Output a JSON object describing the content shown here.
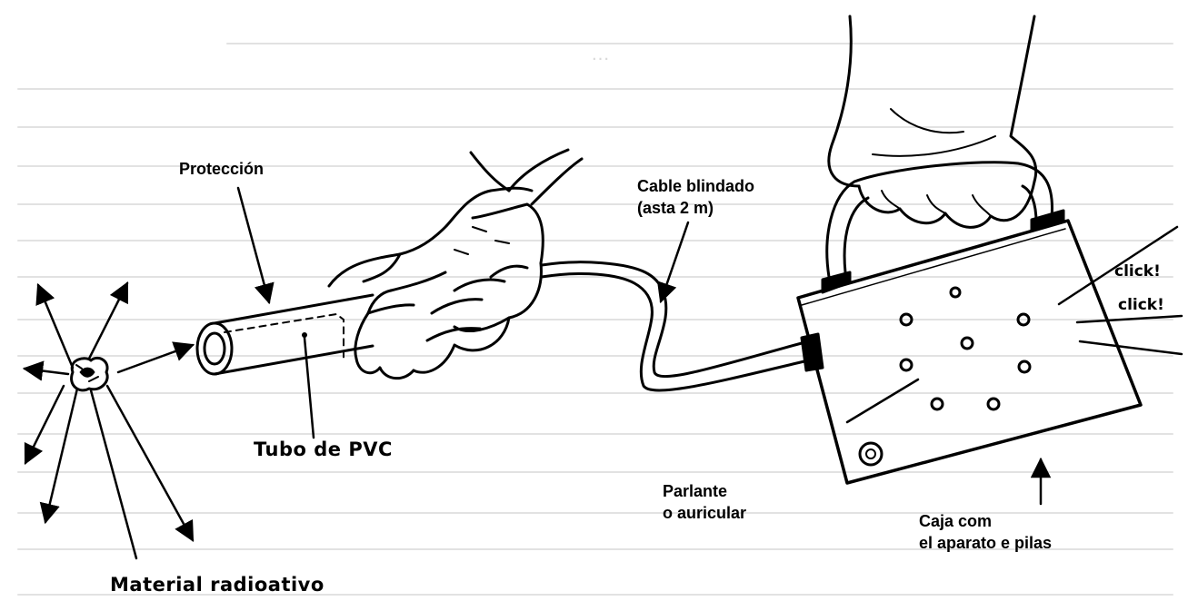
{
  "labels": {
    "proteccion": "Protección",
    "cable": "Cable blindado",
    "cable_length": "(asta 2 m)",
    "tubo": "Tubo de PVC",
    "parlante": "Parlante",
    "auricular": "o auricular",
    "caja_1": "Caja com",
    "caja_2": "el aparato e pilas",
    "material": "Material radioativo",
    "click_1": "click!",
    "click_2": "click!"
  },
  "colors": {
    "ink": "#000000",
    "paper": "#ffffff",
    "bleed": "#d9d9d9"
  },
  "icons": [
    "hand-holding-tube-icon",
    "hand-holding-box-icon",
    "radioactive-material-icon",
    "speaker-icon"
  ]
}
